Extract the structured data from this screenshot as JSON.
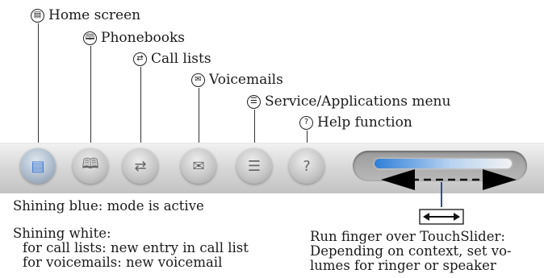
{
  "labels": [
    {
      "text": "Home screen",
      "icon": "home-screen-icon",
      "symbol": "▤"
    },
    {
      "text": "Phonebooks",
      "icon": "phonebook-icon",
      "symbol": "🕮"
    },
    {
      "text": "Call lists",
      "icon": "call-lists-icon",
      "symbol": "⇄"
    },
    {
      "text": "Voicemails",
      "icon": "voicemail-icon",
      "symbol": "✉"
    },
    {
      "text": "Service/Applications menu",
      "icon": "service-menu-icon",
      "symbol": "☰"
    },
    {
      "text": "Help function",
      "icon": "help-icon",
      "symbol": "?"
    }
  ],
  "buttons": [
    {
      "icon": "home-screen-icon",
      "symbol": "▤",
      "active": true
    },
    {
      "icon": "phonebook-icon",
      "symbol": "🕮",
      "active": false
    },
    {
      "icon": "call-lists-icon",
      "symbol": "⇄",
      "active": false
    },
    {
      "icon": "voicemail-icon",
      "symbol": "✉",
      "active": false
    },
    {
      "icon": "service-menu-icon",
      "symbol": "☰",
      "active": false
    },
    {
      "icon": "help-icon",
      "symbol": "?",
      "active": false
    }
  ],
  "notes": {
    "blue": "Shining blue: mode is active",
    "white_title": "Shining white:",
    "white_calls": "for call lists: new entry in call list",
    "white_voicemail": "for voicemails: new voicemail",
    "slider_1": "Run finger over TouchSlider:",
    "slider_2": "Depending on context, set vo-",
    "slider_3": "lumes for ringer or speaker"
  },
  "colors": {
    "active": "#3d7bd6",
    "slider_start": "#2f7fd8",
    "leader_blue": "#2a4f9a"
  }
}
